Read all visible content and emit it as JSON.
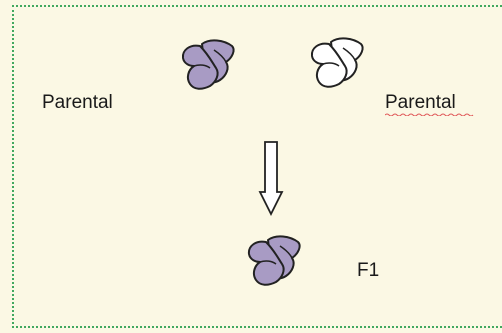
{
  "labels": {
    "parental_left": "Parental",
    "parental_right": "Parental",
    "f1": "F1"
  },
  "colors": {
    "background": "#FBF8E4",
    "border": "#41A85F",
    "purple_wing": "#A89BC4",
    "white_wing": "#FFFFFF",
    "spellcheck_underline": "#E05A5A"
  },
  "icons": {
    "parent_purple": "purple-butterfly-icon",
    "parent_white": "white-butterfly-icon",
    "offspring": "purple-butterfly-icon",
    "arrow": "down-arrow-icon"
  }
}
